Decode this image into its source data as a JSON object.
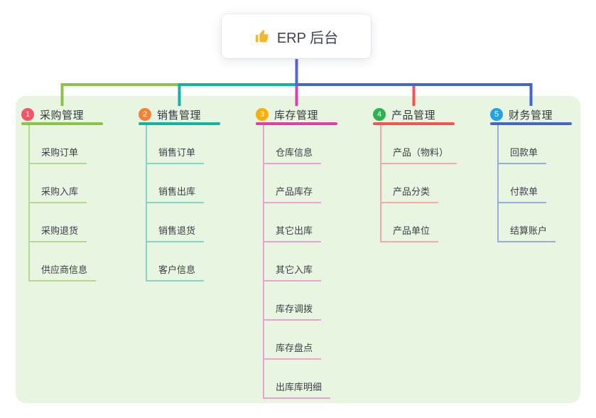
{
  "root": {
    "label": "ERP 后台",
    "icon": "thumbs-up-icon",
    "icon_color": "#f2b632",
    "line_color": "#5568d0"
  },
  "panel": {
    "background": "#e7f5e1"
  },
  "branches": [
    {
      "badge": "1",
      "label": "采购管理",
      "badge_color": "#f4536a",
      "line_color": "#8ac24a",
      "child_line_color": "#b5d98d",
      "children": [
        "采购订单",
        "采购入库",
        "采购退货",
        "供应商信息"
      ]
    },
    {
      "badge": "2",
      "label": "销售管理",
      "badge_color": "#f58234",
      "line_color": "#10b3a6",
      "child_line_color": "#82d5cb",
      "children": [
        "销售订单",
        "销售出库",
        "销售退货",
        "客户信息"
      ]
    },
    {
      "badge": "3",
      "label": "库存管理",
      "badge_color": "#f9b006",
      "line_color": "#df3fa6",
      "child_line_color": "#f09fd4",
      "children": [
        "仓库信息",
        "产品库存",
        "其它出库",
        "其它入库",
        "库存调拨",
        "库存盘点",
        "出库库明细"
      ]
    },
    {
      "badge": "4",
      "label": "产品管理",
      "badge_color": "#2eb150",
      "line_color": "#f45352",
      "child_line_color": "#f8a8a6",
      "children": [
        "产品（物料）",
        "产品分类",
        "产品单位"
      ]
    },
    {
      "badge": "5",
      "label": "财务管理",
      "badge_color": "#27a2e0",
      "line_color": "#4466c8",
      "child_line_color": "#99abdf",
      "children": [
        "回款单",
        "付款单",
        "结算账户"
      ]
    }
  ]
}
